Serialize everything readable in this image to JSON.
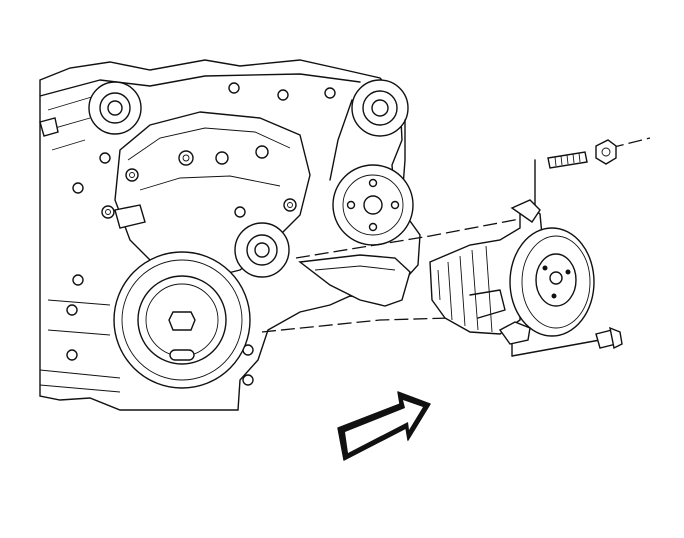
{
  "figure": {
    "background": "#ffffff",
    "ink": "#111111",
    "components": [
      {
        "id": "engine-front",
        "icon": "engine-block-drawing"
      },
      {
        "id": "crankshaft-balancer",
        "icon": "pulley-drawing"
      },
      {
        "id": "ac-compressor",
        "icon": "compressor-drawing"
      },
      {
        "id": "stud",
        "icon": "stud-drawing"
      },
      {
        "id": "nut",
        "icon": "nut-drawing"
      },
      {
        "id": "bolt",
        "icon": "bolt-drawing"
      },
      {
        "id": "direction-arrow",
        "icon": "view-arrow"
      }
    ]
  }
}
